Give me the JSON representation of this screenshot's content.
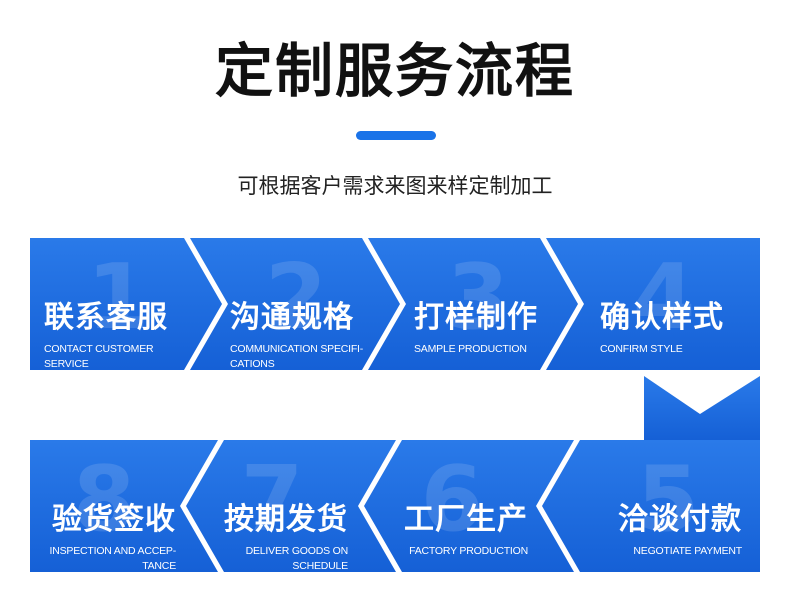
{
  "header": {
    "title": "定制服务流程",
    "subtitle": "可根据客户需求来图来样定制加工"
  },
  "steps": [
    {
      "number": "1",
      "title": "联系客服",
      "en_line1": "CONTACT CUSTOMER",
      "en_line2": "SERVICE"
    },
    {
      "number": "2",
      "title": "沟通规格",
      "en_line1": "COMMUNICATION SPECIFI-",
      "en_line2": "CATIONS"
    },
    {
      "number": "3",
      "title": "打样制作",
      "en_line1": "SAMPLE PRODUCTION",
      "en_line2": ""
    },
    {
      "number": "4",
      "title": "确认样式",
      "en_line1": "CONFIRM STYLE",
      "en_line2": ""
    },
    {
      "number": "5",
      "title": "洽谈付款",
      "en_line1": "NEGOTIATE PAYMENT",
      "en_line2": ""
    },
    {
      "number": "6",
      "title": "工厂生产",
      "en_line1": "FACTORY PRODUCTION",
      "en_line2": ""
    },
    {
      "number": "7",
      "title": "按期发货",
      "en_line1": "DELIVER GOODS ON",
      "en_line2": "SCHEDULE"
    },
    {
      "number": "8",
      "title": "验货签收",
      "en_line1": "INSPECTION AND ACCEP-",
      "en_line2": "TANCE"
    }
  ],
  "colors": {
    "blue_dark": "#1565d8",
    "blue_light": "#3d8ef0",
    "title_bar": "#1a73e8"
  }
}
